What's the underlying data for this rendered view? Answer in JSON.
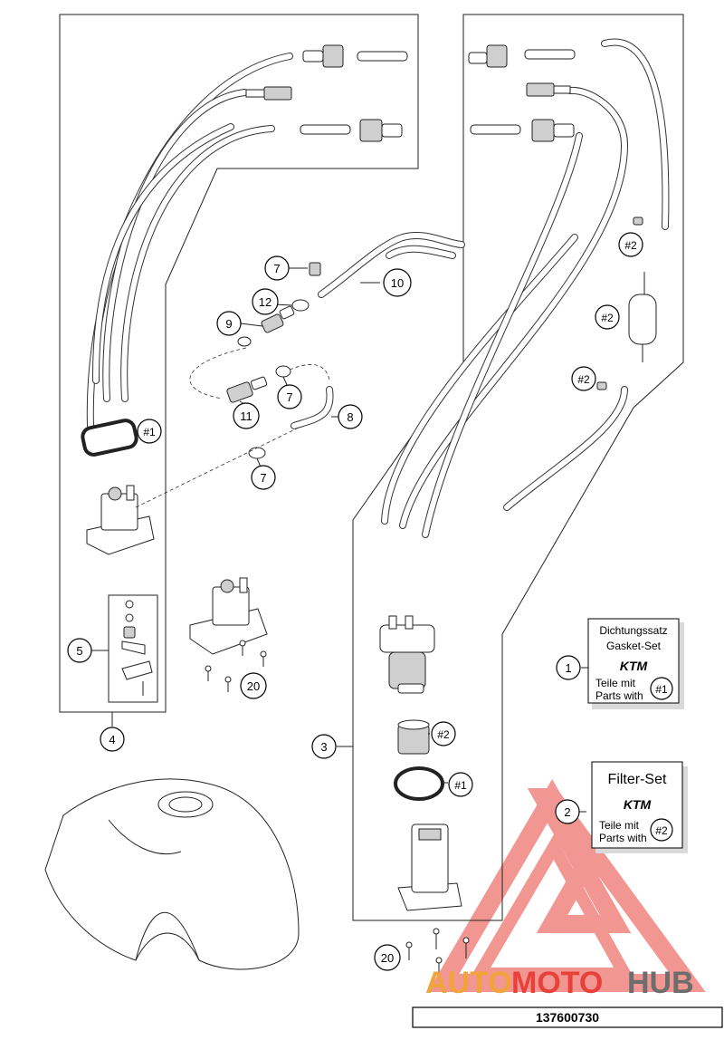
{
  "callouts": {
    "c1": "1",
    "c2": "2",
    "c3": "3",
    "c4": "4",
    "c5": "5",
    "c7a": "7",
    "c7b": "7",
    "c7c": "7",
    "c8": "8",
    "c9": "9",
    "c10": "10",
    "c11": "11",
    "c12": "12",
    "c20a": "20",
    "c20b": "20",
    "h1a": "#1",
    "h1b": "#1",
    "h2a": "#2",
    "h2b": "#2",
    "h2c": "#2",
    "h2d": "#2"
  },
  "gasket_box": {
    "title_de": "Dichtungssatz",
    "title_en": "Gasket-Set",
    "brand": "KTM",
    "line1": "Teile mit",
    "line2": "Parts with",
    "ref": "#1"
  },
  "filter_box": {
    "title": "Filter-Set",
    "brand": "KTM",
    "line1": "Teile mit",
    "line2": "Parts with",
    "ref": "#2"
  },
  "watermark": {
    "part1": "AUTO",
    "part2": "MOTO",
    "part3": "HUB",
    "color_red": "#e8413a",
    "color_orange": "#f2a33a",
    "color_grey": "#6d6d6d"
  },
  "diagram_code": "137600730"
}
